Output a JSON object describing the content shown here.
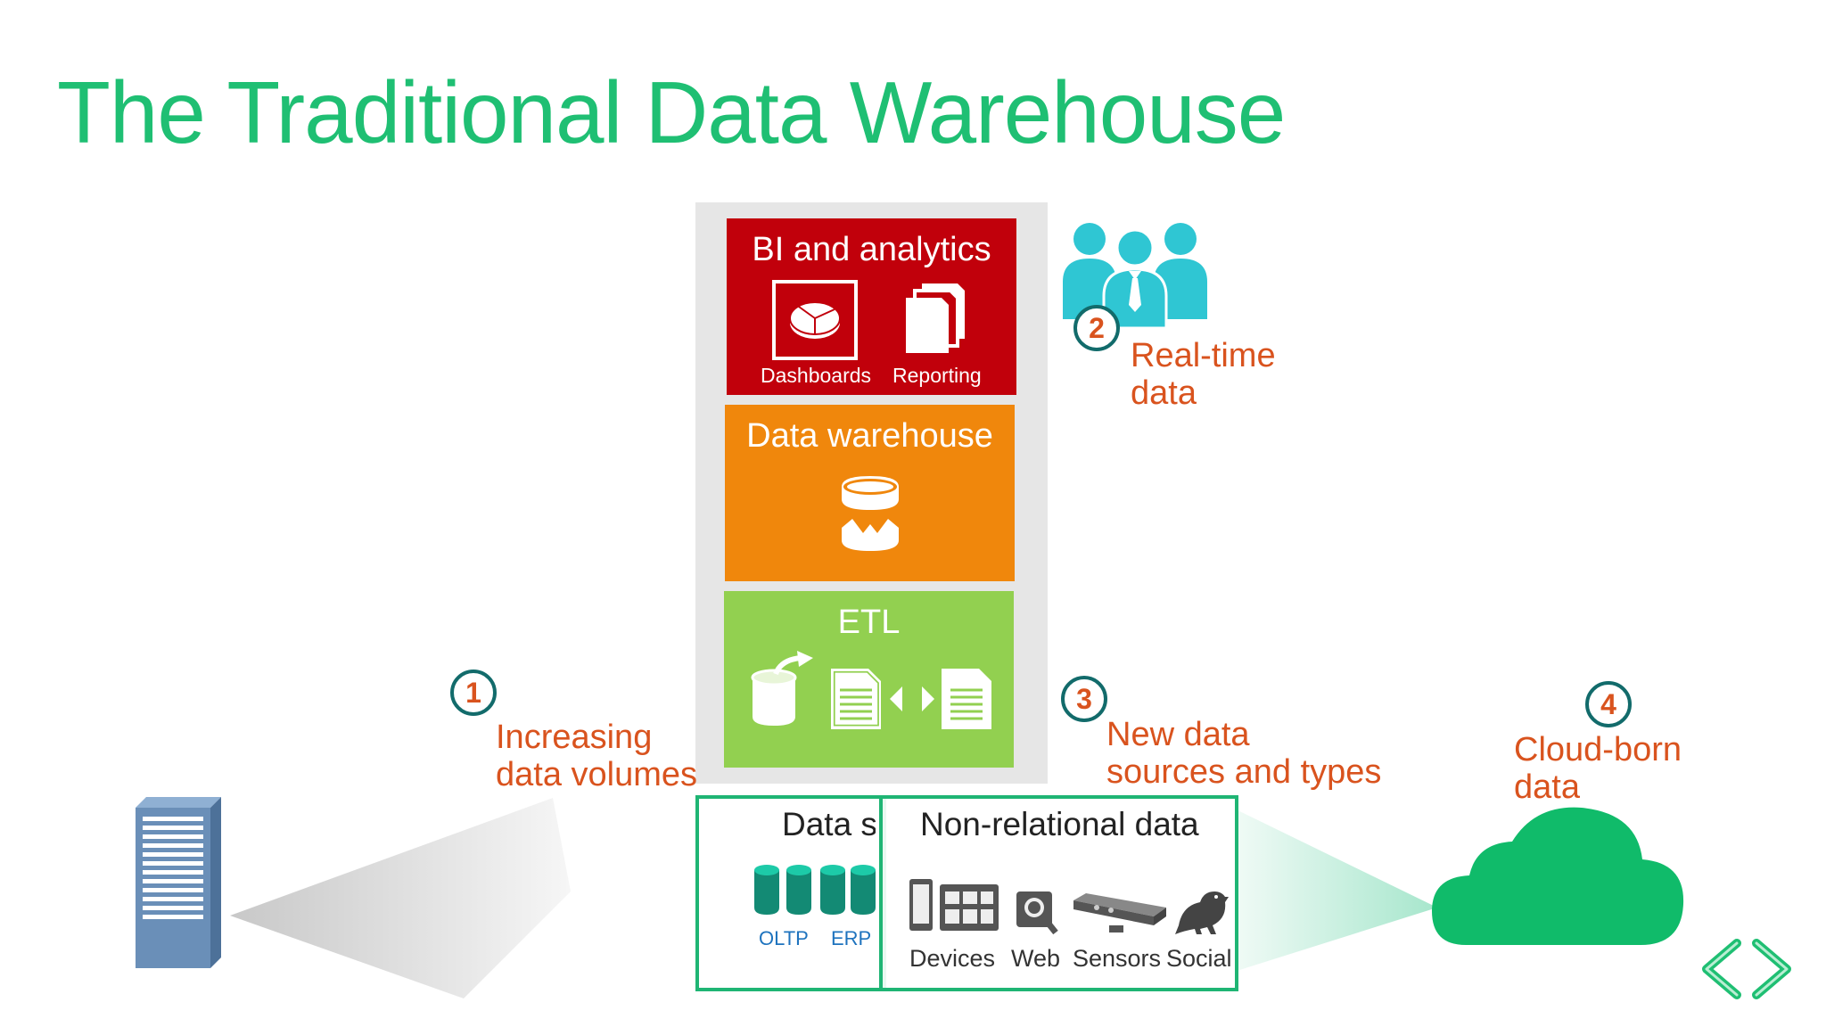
{
  "title": "The Traditional Data Warehouse",
  "stack": {
    "bi": {
      "title": "BI and analytics",
      "dashboards": "Dashboards",
      "reporting": "Reporting"
    },
    "dw": {
      "title": "Data warehouse"
    },
    "etl": {
      "title": "ETL"
    }
  },
  "callouts": [
    {
      "number": "1",
      "line1": "Increasing",
      "line2": "data volumes"
    },
    {
      "number": "2",
      "line1": "Real-time",
      "line2": "data"
    },
    {
      "number": "3",
      "line1": "New data",
      "line2": "sources and types"
    },
    {
      "number": "4",
      "line1": "Cloud-born",
      "line2": "data"
    }
  ],
  "sources": {
    "relational": {
      "title": "Data so",
      "oltp": "OLTP",
      "erp": "ERP"
    },
    "nonrelational": {
      "title": "Non-relational data",
      "items": [
        "Devices",
        "Web",
        "Sensors",
        "Social"
      ]
    }
  },
  "colors": {
    "title": "#1fbf73",
    "bi": "#c1000b",
    "dw": "#f0870c",
    "etl": "#92d050",
    "callout_text": "#d9531e",
    "callout_ring": "#126b6b",
    "cloud": "#10bb6a",
    "people": "#2fc6d3",
    "server": "#6a8fb8"
  }
}
